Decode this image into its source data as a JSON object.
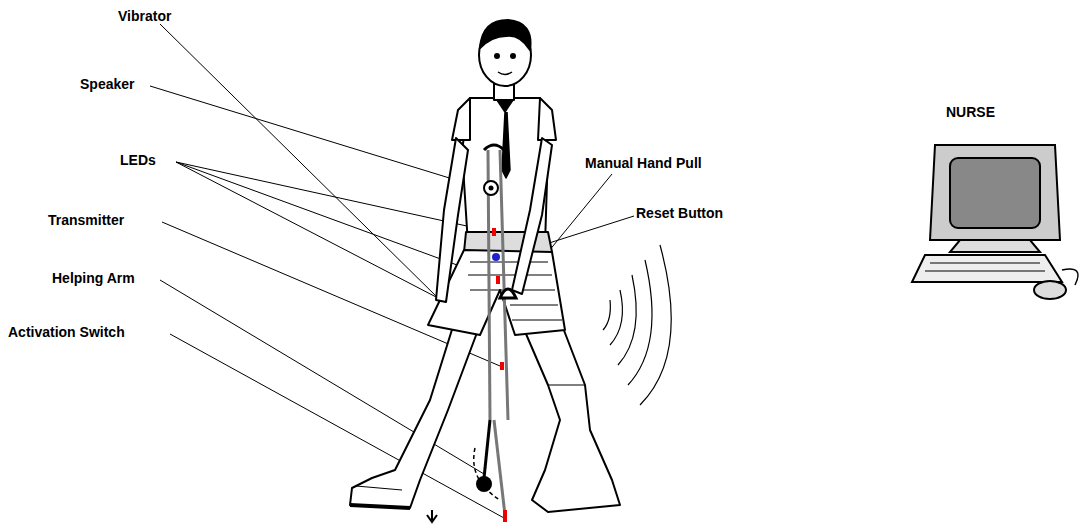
{
  "diagram": {
    "labels": [
      "Vibrator",
      "Speaker",
      "LEDs",
      "Transmitter",
      "Helping Arm",
      "Activation Switch",
      "Manual Hand Pull",
      "Reset Button",
      "NURSE"
    ]
  }
}
